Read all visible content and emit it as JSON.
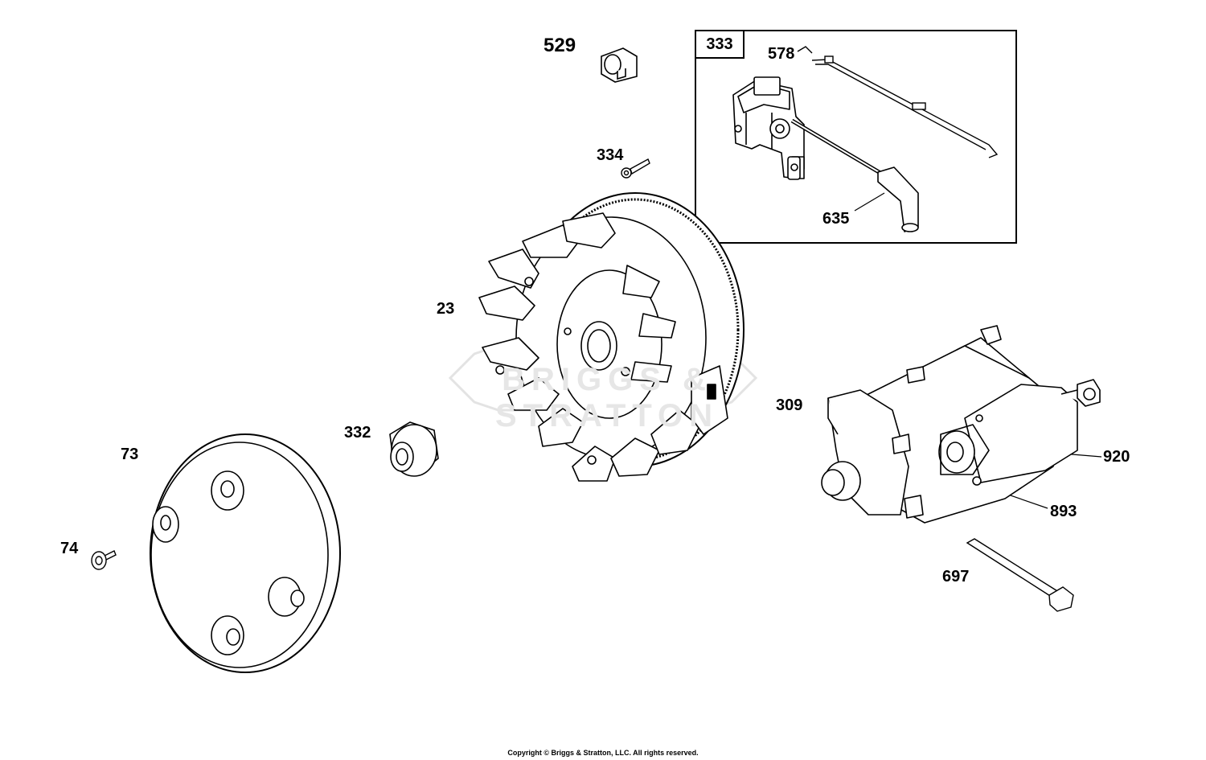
{
  "diagram": {
    "watermark_text": "BRIGGS & STRATTON",
    "inset_group": "333",
    "callouts": {
      "c529": "529",
      "c334": "334",
      "c23": "23",
      "c332": "332",
      "c73": "73",
      "c74": "74",
      "c578": "578",
      "c635": "635",
      "c309": "309",
      "c920": "920",
      "c893": "893",
      "c697": "697"
    }
  },
  "footer": {
    "copyright": "Copyright © Briggs & Stratton, LLC. All rights reserved."
  }
}
